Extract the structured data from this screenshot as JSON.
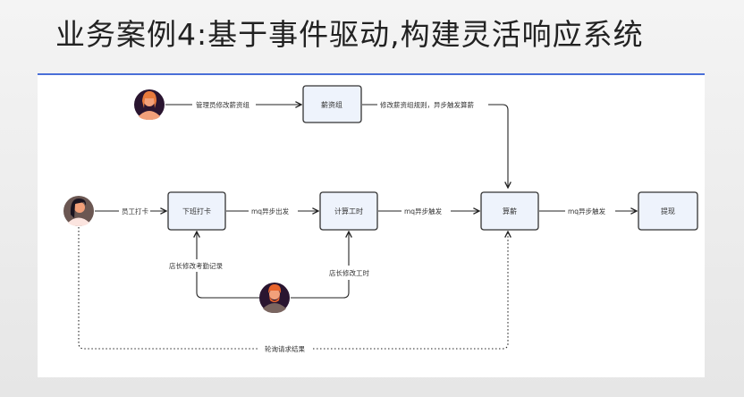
{
  "title": "业务案例4:基于事件驱动,构建灵活响应系统",
  "nodes": {
    "salary_group": "薪资组",
    "clock_out": "下班打卡",
    "calc_hours": "计算工时",
    "payroll": "算薪",
    "withdraw": "提现"
  },
  "actors": [
    "admin-avatar",
    "employee-avatar",
    "store-manager-avatar"
  ],
  "edges": {
    "admin_modify": "管理员修改薪资组",
    "modify_rules": "修改薪资组规则，异步触发算薪",
    "employee_clock": "员工打卡",
    "mq_out": "mq异步出发",
    "mq_trigger1": "mq异步触发",
    "mq_trigger2": "mq异步触发",
    "manager_attendance": "店长修改考勤记录",
    "manager_hours": "店长修改工时",
    "poll_result": "轮询请求结果"
  },
  "colors": {
    "accent": "#4a6fd8",
    "box_fill": "#eef3fc"
  }
}
